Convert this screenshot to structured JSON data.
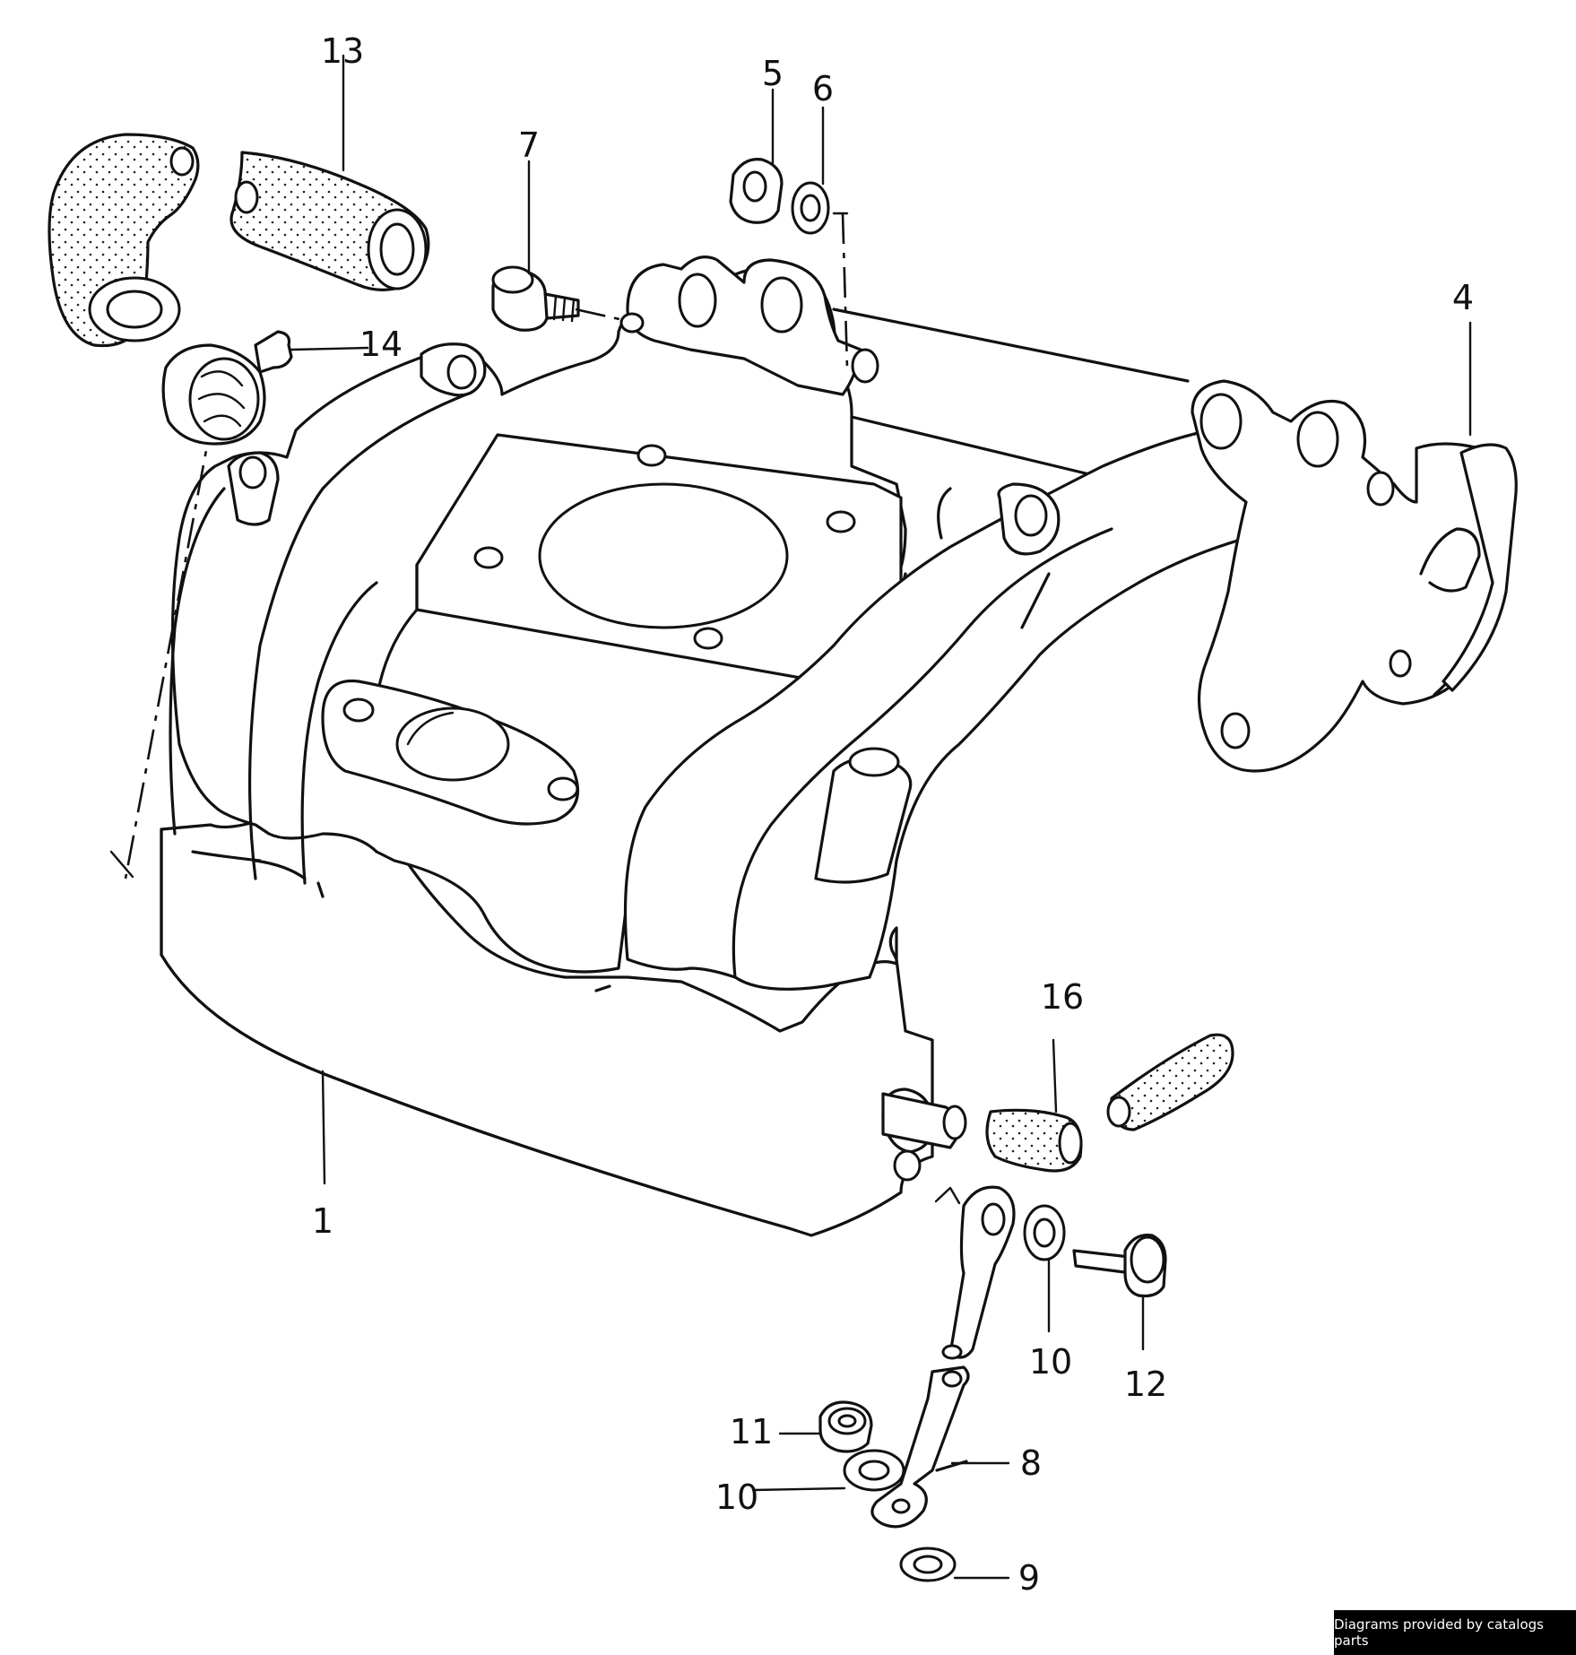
{
  "labels": {
    "p1": "1",
    "p4": "4",
    "p5": "5",
    "p6": "6",
    "p7": "7",
    "p8": "8",
    "p9": "9",
    "p10a": "10",
    "p10b": "10",
    "p11": "11",
    "p12": "12",
    "p13": "13",
    "p14": "14",
    "p16": "16"
  },
  "credit": "Diagrams provided by catalogs parts"
}
